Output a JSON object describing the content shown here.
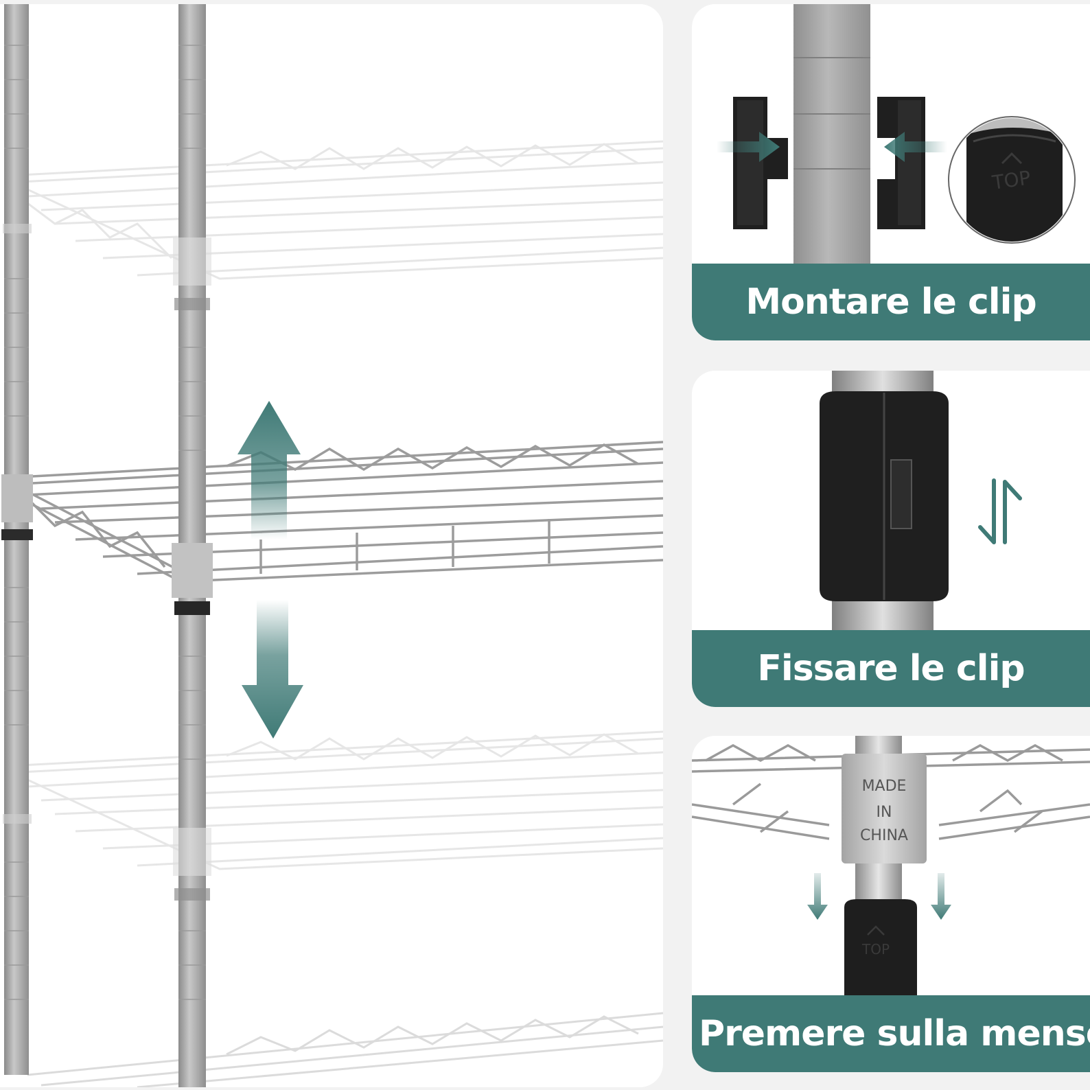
{
  "captions": {
    "mount": "Montare le clip",
    "fix": "Fissare le clip",
    "press": "Premere sulla mensola"
  },
  "sleeve_stamp": {
    "line1": "MADE",
    "line2": "IN",
    "line3": "CHINA"
  },
  "clip_marking": "TOP",
  "colors": {
    "accent_teal": "#3f7a76",
    "metal": "#a9a9a9",
    "clip_black": "#222222"
  },
  "icons": {
    "vertical_arrows": "double-arrow-up-down-icon",
    "adjust_arrows": "swap-vertical-icon",
    "down_arrows": "arrow-down-icon",
    "side_arrows": "arrow-right-icon"
  }
}
